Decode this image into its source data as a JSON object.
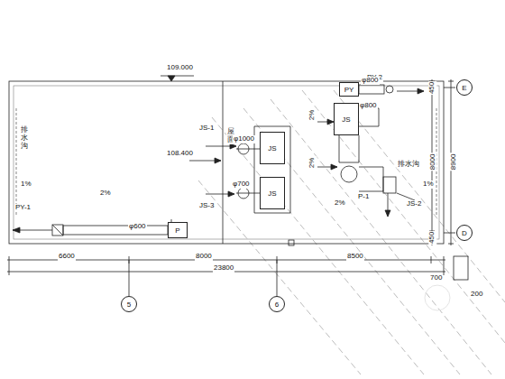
{
  "diagram": {
    "nodes": [
      {
        "text": [
          "E"
        ]
      },
      {
        "text": [
          "D"
        ]
      },
      {
        "text": [
          "5"
        ]
      },
      {
        "text": [
          "6"
        ]
      },
      {
        "text": [
          "JS"
        ]
      },
      {
        "text": [
          "JS"
        ]
      },
      {
        "text": [
          "JS"
        ]
      },
      {
        "text": [
          "PY"
        ]
      },
      {
        "text": [
          "P"
        ]
      }
    ],
    "labels": [
      "109.000",
      "PY-2",
      "JS-1",
      "屋面",
      "108.400",
      "φ1000",
      "φ800",
      "φ800",
      "φ700",
      "JS-3",
      "P-1",
      "JS-2",
      "PY-1",
      "φ600",
      "2%",
      "2%",
      "1%",
      "1%",
      "排水沟",
      "排水沟",
      "2%",
      "2%",
      "450",
      "8000",
      "450",
      "8900",
      "6600",
      "8000",
      "8500",
      "700",
      "23800",
      "200"
    ]
  }
}
